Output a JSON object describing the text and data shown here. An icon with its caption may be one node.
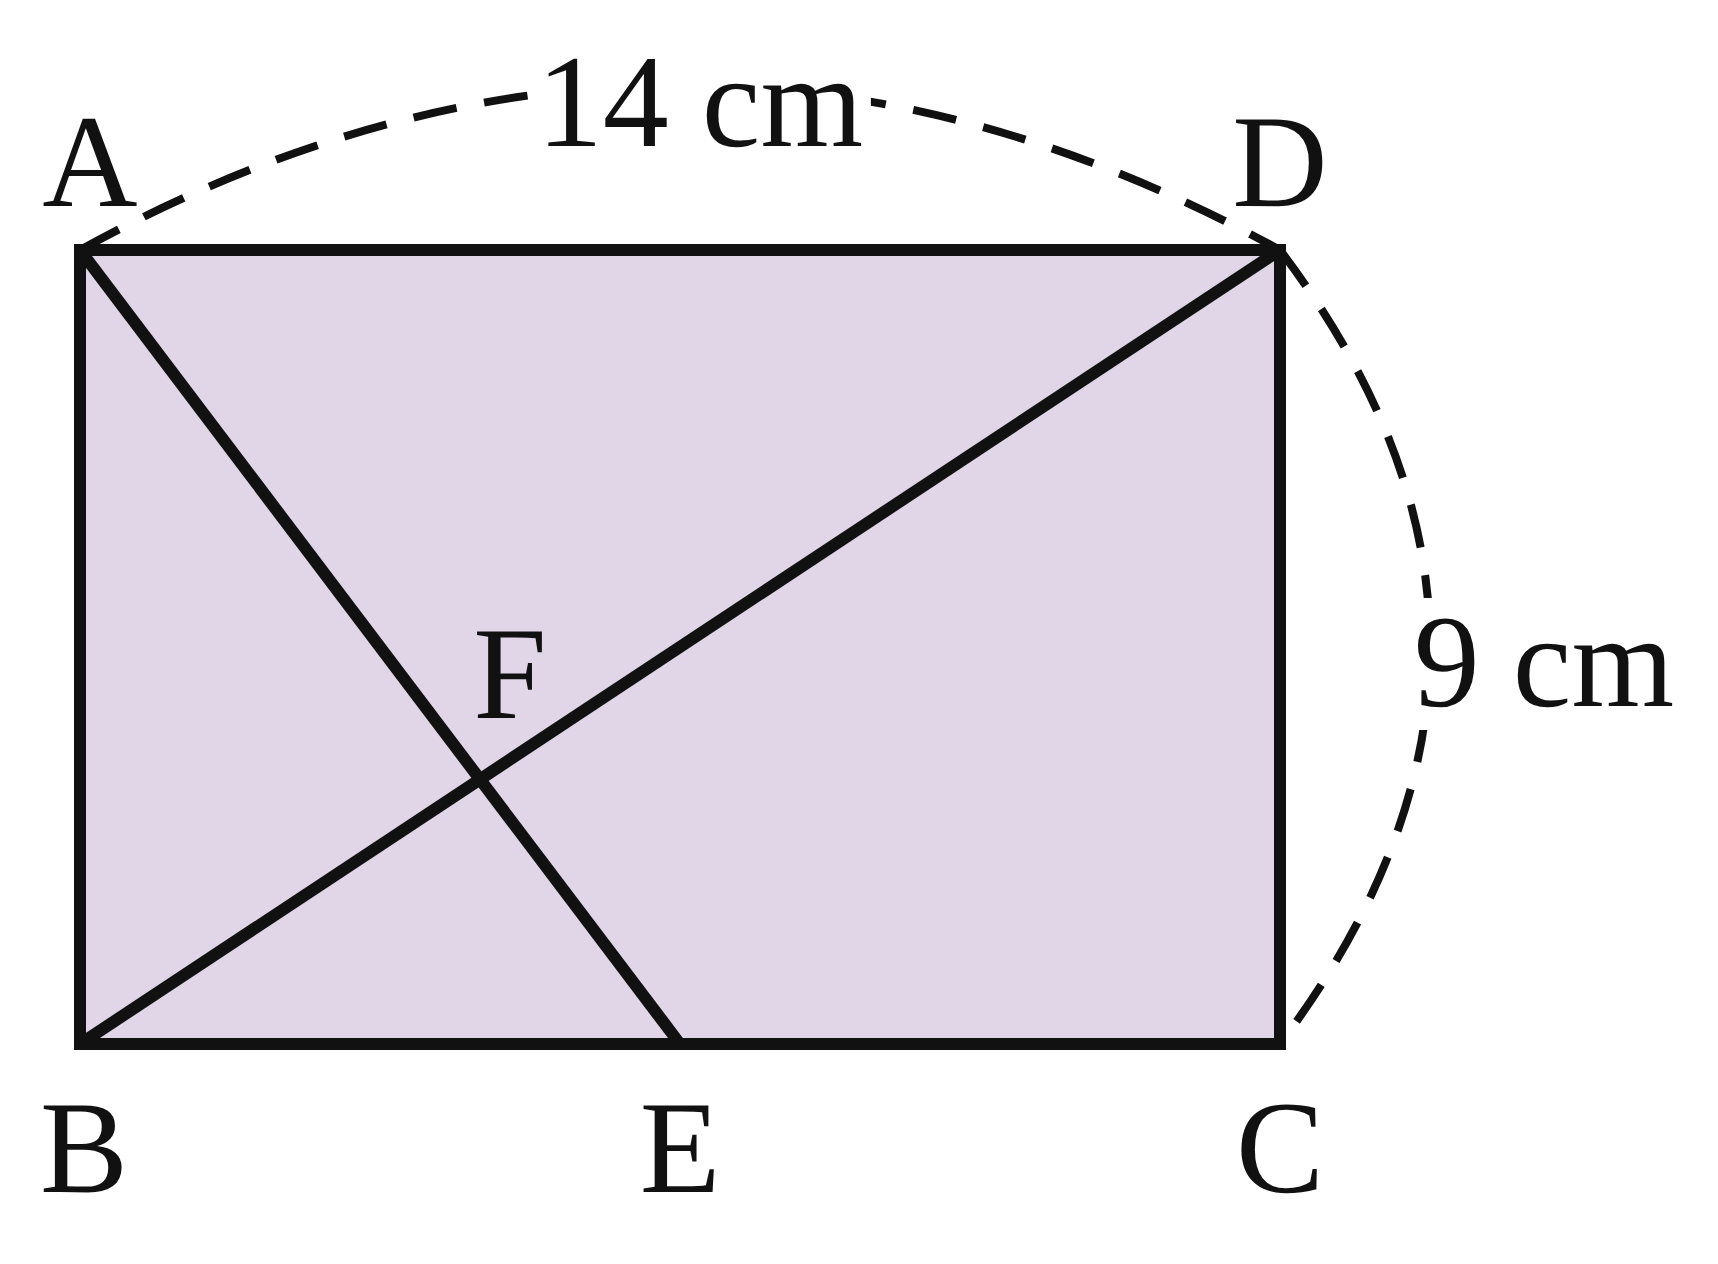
{
  "diagram": {
    "labels": [
      "A",
      "14 cm",
      "D",
      "F",
      "9 cm",
      "B",
      "E",
      "C"
    ]
  }
}
